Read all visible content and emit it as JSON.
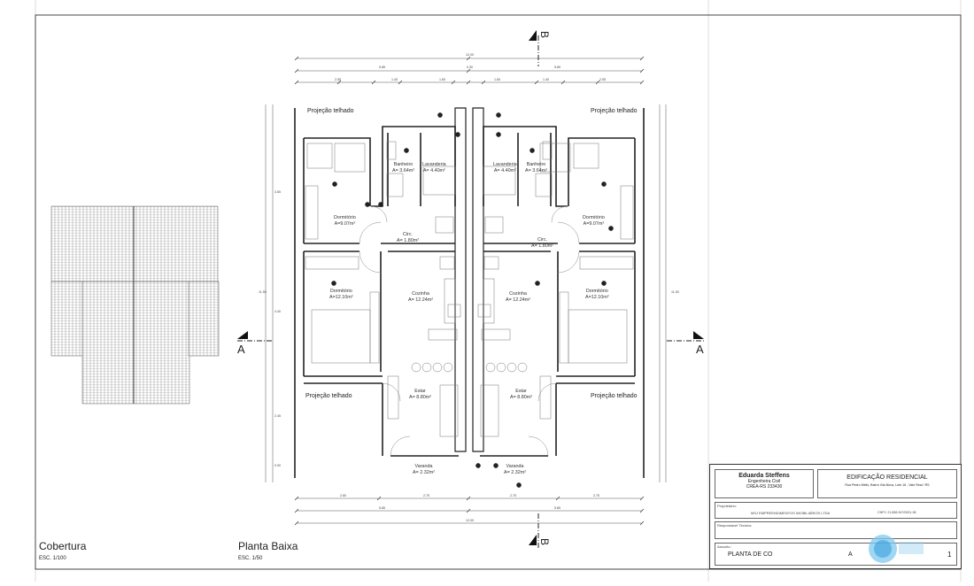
{
  "sheet": {
    "left_drawing": {
      "title": "Cobertura",
      "scale": "ESC. 1/100"
    },
    "main_drawing": {
      "title": "Planta Baixa",
      "scale": "ESC. 1/50"
    }
  },
  "section_marks": {
    "a": "A",
    "b": "B"
  },
  "labels": {
    "roof_projection": "Projeção telhado",
    "bathroom_name": "Banheiro",
    "bathroom_area": "A= 3.64m²",
    "laundry_name": "Lavanderia",
    "laundry_area": "A= 4.40m²",
    "bedroom_small_name": "Dormitório",
    "bedroom_small_area": "A=9.07m²",
    "circ_name": "Circ.",
    "circ_area": "A= 1.80m²",
    "bedroom_large_name": "Dormitório",
    "bedroom_large_area": "A=12.10m²",
    "kitchen_name": "Cozinha",
    "kitchen_area": "A= 12.24m²",
    "living_name": "Estar",
    "living_area": "A= 8.80m²",
    "porch_name": "Varanda",
    "porch_area": "A= 2.32m²"
  },
  "dimensions": {
    "total_width": "12.00",
    "half_width": "5.85",
    "wall": "0.30",
    "segments_top_left": [
      "2.55",
      "1.40",
      "1.60"
    ],
    "segments_top_right": [
      "1.60",
      "1.40",
      "2.55"
    ],
    "segments_bottom_left": [
      "2.60",
      "2.75"
    ],
    "segments_bottom_right": [
      "2.75",
      "2.75"
    ],
    "vertical_segments": [
      "3.65",
      "4.40",
      "2.45",
      "0.90"
    ],
    "total_depth": "11.50"
  },
  "title_block": {
    "engineer_name": "Eduarda Steffens",
    "engineer_role": "Engenheira Civil",
    "engineer_crea": "CREA-RS 233430",
    "project_title": "EDIFICAÇÃO RESIDENCIAL",
    "project_address": "Rua Pedro Mello, Bairro Vila Nova, Lote 16 - Vale Real / RS",
    "owner_label": "Proprietário:",
    "owner_name": "MSJ EMPREENDIMENTOS IMOBILIÁRIOS LTDA",
    "owner_cnpj": "CNPJ: 21.856.947/0001-38",
    "tech_label": "Responsável Técnico:",
    "subject_label": "Assunto:",
    "subject_text": "PLANTA DE CO",
    "subject_text_end": "A",
    "sheet_number": "1"
  }
}
